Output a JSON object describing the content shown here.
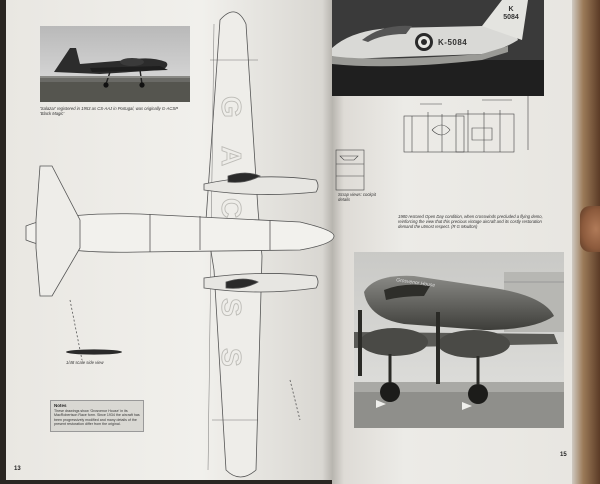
{
  "book": {
    "left_page_number": "13",
    "right_page_number": "15"
  },
  "top_left_photo": {
    "caption": "'Salazar' registered in 1953 as CS-AAJ in Portugal, was originally G-ACSP 'Black Magic'"
  },
  "top_right_photo": {
    "registration": "K-5084",
    "fin_code": "K 5084"
  },
  "drawing": {
    "wing_letters": [
      "G",
      "A",
      "C",
      "S",
      "S"
    ],
    "side_view_caption": "1/48 scale side view",
    "detail_caption_left": "Scrap views: cockpit details"
  },
  "notes": {
    "title": "Notes",
    "text": "These drawings show 'Grosvenor House' in its MacRobertson Race form. Since 1934 the aircraft has been progressively modified and many details of the present restoration differ from the original."
  },
  "bottom_photo": {
    "caption": "1980 restored Open Day condition, when crosswinds precluded a flying demo, reinforcing the view that this precious vintage aircraft and its costly restoration demand the utmost respect. (R G Moulton)",
    "nose_text": "Grosvenor House"
  },
  "colors": {
    "paper": "#ecebe7",
    "ink": "#333333",
    "background": "#2a2622"
  }
}
